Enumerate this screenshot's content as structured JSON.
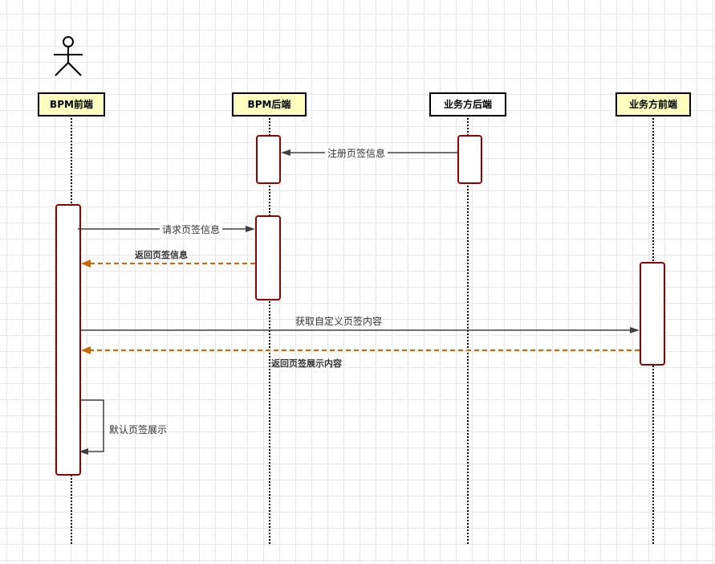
{
  "participants": {
    "bpm_frontend": "BPM前端",
    "bpm_backend": "BPM后端",
    "biz_backend": "业务方后端",
    "biz_frontend": "业务方前端"
  },
  "messages": {
    "register_tab_info": "注册页签信息",
    "request_tab_info": "请求页签信息",
    "return_tab_info": "返回页签信息",
    "get_custom_tab_content": "获取自定义页签内容",
    "return_tab_display_content": "返回页签展示内容",
    "default_tab_display": "默认页签展示"
  },
  "colors": {
    "participant_fill": "#ffffc0",
    "activation_border": "#8b0000",
    "call_line": "#404040",
    "return_line": "#cc6600"
  }
}
